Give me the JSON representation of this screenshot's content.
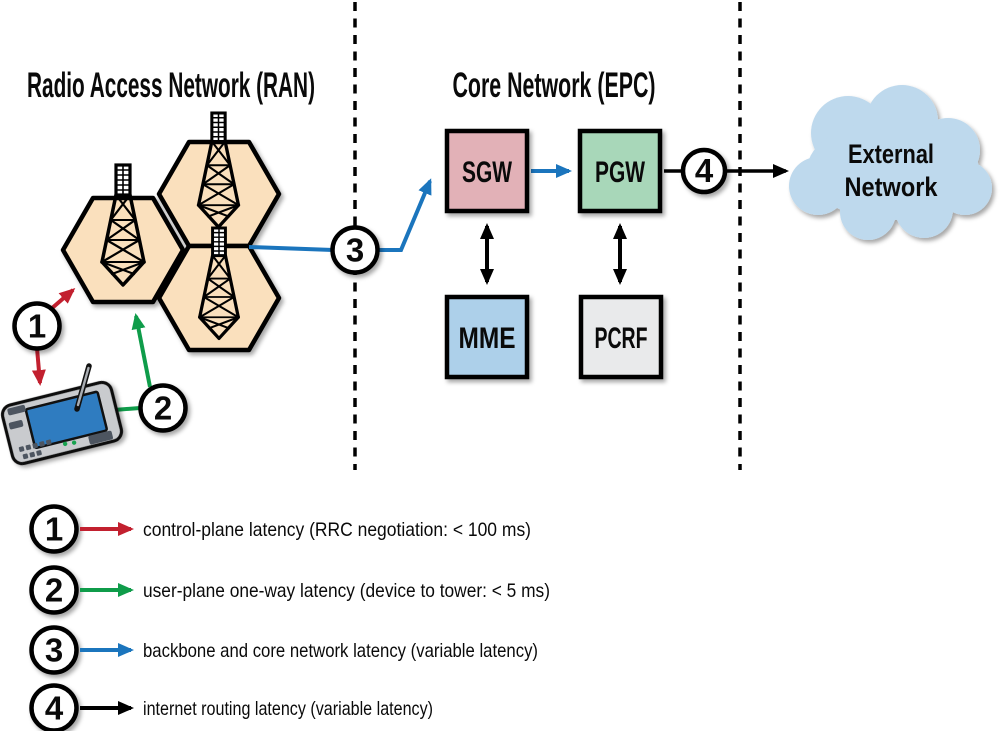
{
  "figure": {
    "sections": {
      "ran_title": "Radio Access Network (RAN)",
      "epc_title": "Core Network (EPC)"
    },
    "nodes": {
      "sgw": "SGW",
      "pgw": "PGW",
      "mme": "MME",
      "pcrf": "PCRF",
      "external_line1": "External",
      "external_line2": "Network"
    },
    "markers": {
      "m1": "1",
      "m2": "2",
      "m3": "3",
      "m4": "4"
    }
  },
  "legend": {
    "items": [
      {
        "number": "1",
        "arrow_color": "#c2202f",
        "label": "control-plane latency (RRC negotiation: < 100 ms)"
      },
      {
        "number": "2",
        "arrow_color": "#0f9c4a",
        "label": "user-plane one-way latency (device to tower: < 5 ms)"
      },
      {
        "number": "3",
        "arrow_color": "#1b75bd",
        "label": "backbone and core network latency (variable latency)"
      },
      {
        "number": "4",
        "arrow_color": "#000000",
        "label": "internet routing latency (variable latency)"
      }
    ]
  },
  "colors": {
    "hex_cell_fill": "#fae0bd",
    "sgw_fill": "#e2b1b7",
    "pgw_fill": "#a8d7b9",
    "mme_fill": "#add0ea",
    "pcrf_fill": "#e9eaeb",
    "cloud_fill": "#bed9ed",
    "control_plane_red": "#c2202f",
    "user_plane_green": "#0f9c4a",
    "backbone_blue": "#1b75bd",
    "internet_black": "#000000",
    "device_body": "#c9cbce",
    "device_screen": "#2f7cc0"
  }
}
